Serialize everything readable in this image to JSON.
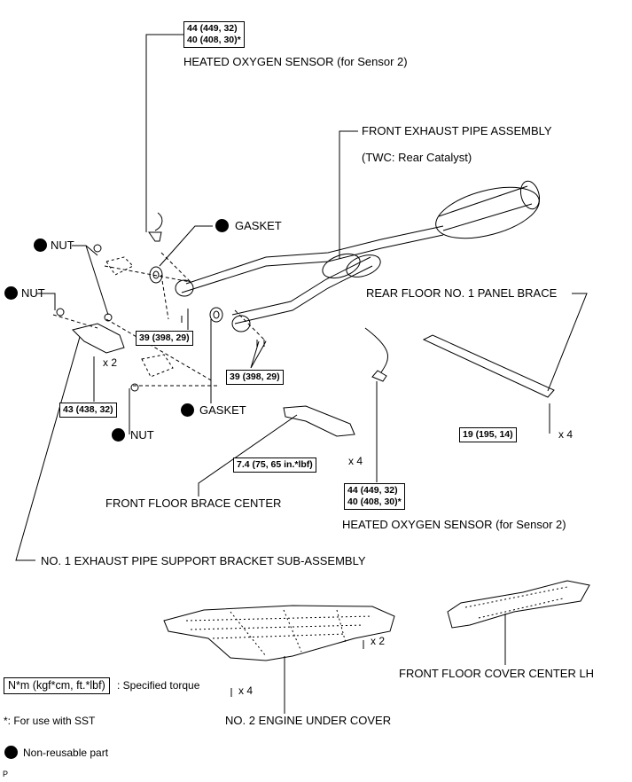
{
  "labels": {
    "ho2s_top": "HEATED OXYGEN SENSOR (for Sensor 2)",
    "front_pipe": "FRONT EXHAUST PIPE ASSEMBLY",
    "twc": "(TWC: Rear Catalyst)",
    "gasket_top": "GASKET",
    "nut_top": "NUT",
    "nut_left": "NUT",
    "rear_floor_brace": "REAR FLOOR NO. 1 PANEL BRACE",
    "gasket_bottom": "GASKET",
    "nut_bottom": "NUT",
    "front_floor_brace": "FRONT FLOOR BRACE CENTER",
    "ho2s_bottom": "HEATED OXYGEN SENSOR (for Sensor 2)",
    "bracket": "NO. 1 EXHAUST PIPE SUPPORT BRACKET SUB-ASSEMBLY",
    "front_floor_cover": "FRONT FLOOR COVER CENTER LH",
    "engine_under_cover": "NO. 2 ENGINE UNDER COVER"
  },
  "torques": {
    "ho2s_top_1": "44 (449, 32)",
    "ho2s_top_2": "40 (408, 30)*",
    "pipe_a": "39 (398, 29)",
    "pipe_b": "39 (398, 29)",
    "bracket": "43 (438, 32)",
    "brace": "7.4 (75, 65 in.*lbf)",
    "ho2s_bottom_1": "44 (449, 32)",
    "ho2s_bottom_2": "40 (408, 30)*",
    "rear_brace": "19 (195, 14)"
  },
  "quantities": {
    "bracket_bolts": "x 2",
    "brace_bolts": "x 4",
    "rear_brace_bolts": "x 4",
    "cover_bolts_right": "x 2",
    "cover_bolts_left": "x 4"
  },
  "legend": {
    "torque_unit": "N*m (kgf*cm, ft.*lbf)",
    "torque_desc": ": Specified torque",
    "sst_note": "*: For use with SST",
    "non_reusable": "Non-reusable part"
  },
  "corner_mark": "P",
  "colors": {
    "line": "#000000",
    "fill": "#ffffff",
    "marker": "#000000"
  }
}
